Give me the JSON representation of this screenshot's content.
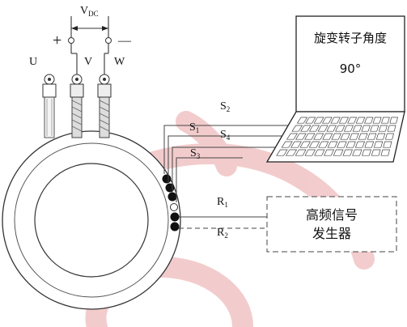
{
  "diagram": {
    "voltage": {
      "main": "V",
      "sub": "DC"
    },
    "plus_sign": "+",
    "minus_sign": "—",
    "phases": {
      "u": "U",
      "v": "V",
      "w": "W"
    },
    "signals": {
      "s2": {
        "main": "S",
        "sub": "2"
      },
      "s1": {
        "main": "S",
        "sub": "1"
      },
      "s4": {
        "main": "S",
        "sub": "4"
      },
      "s3": {
        "main": "S",
        "sub": "3"
      },
      "r1": {
        "main": "R",
        "sub": "1"
      },
      "r2": {
        "main": "R",
        "sub": "2"
      }
    },
    "laptop": {
      "title": "旋变转子角度",
      "angle": "90°"
    },
    "generator": {
      "line1": "高频信号",
      "line2": "发生器"
    }
  }
}
